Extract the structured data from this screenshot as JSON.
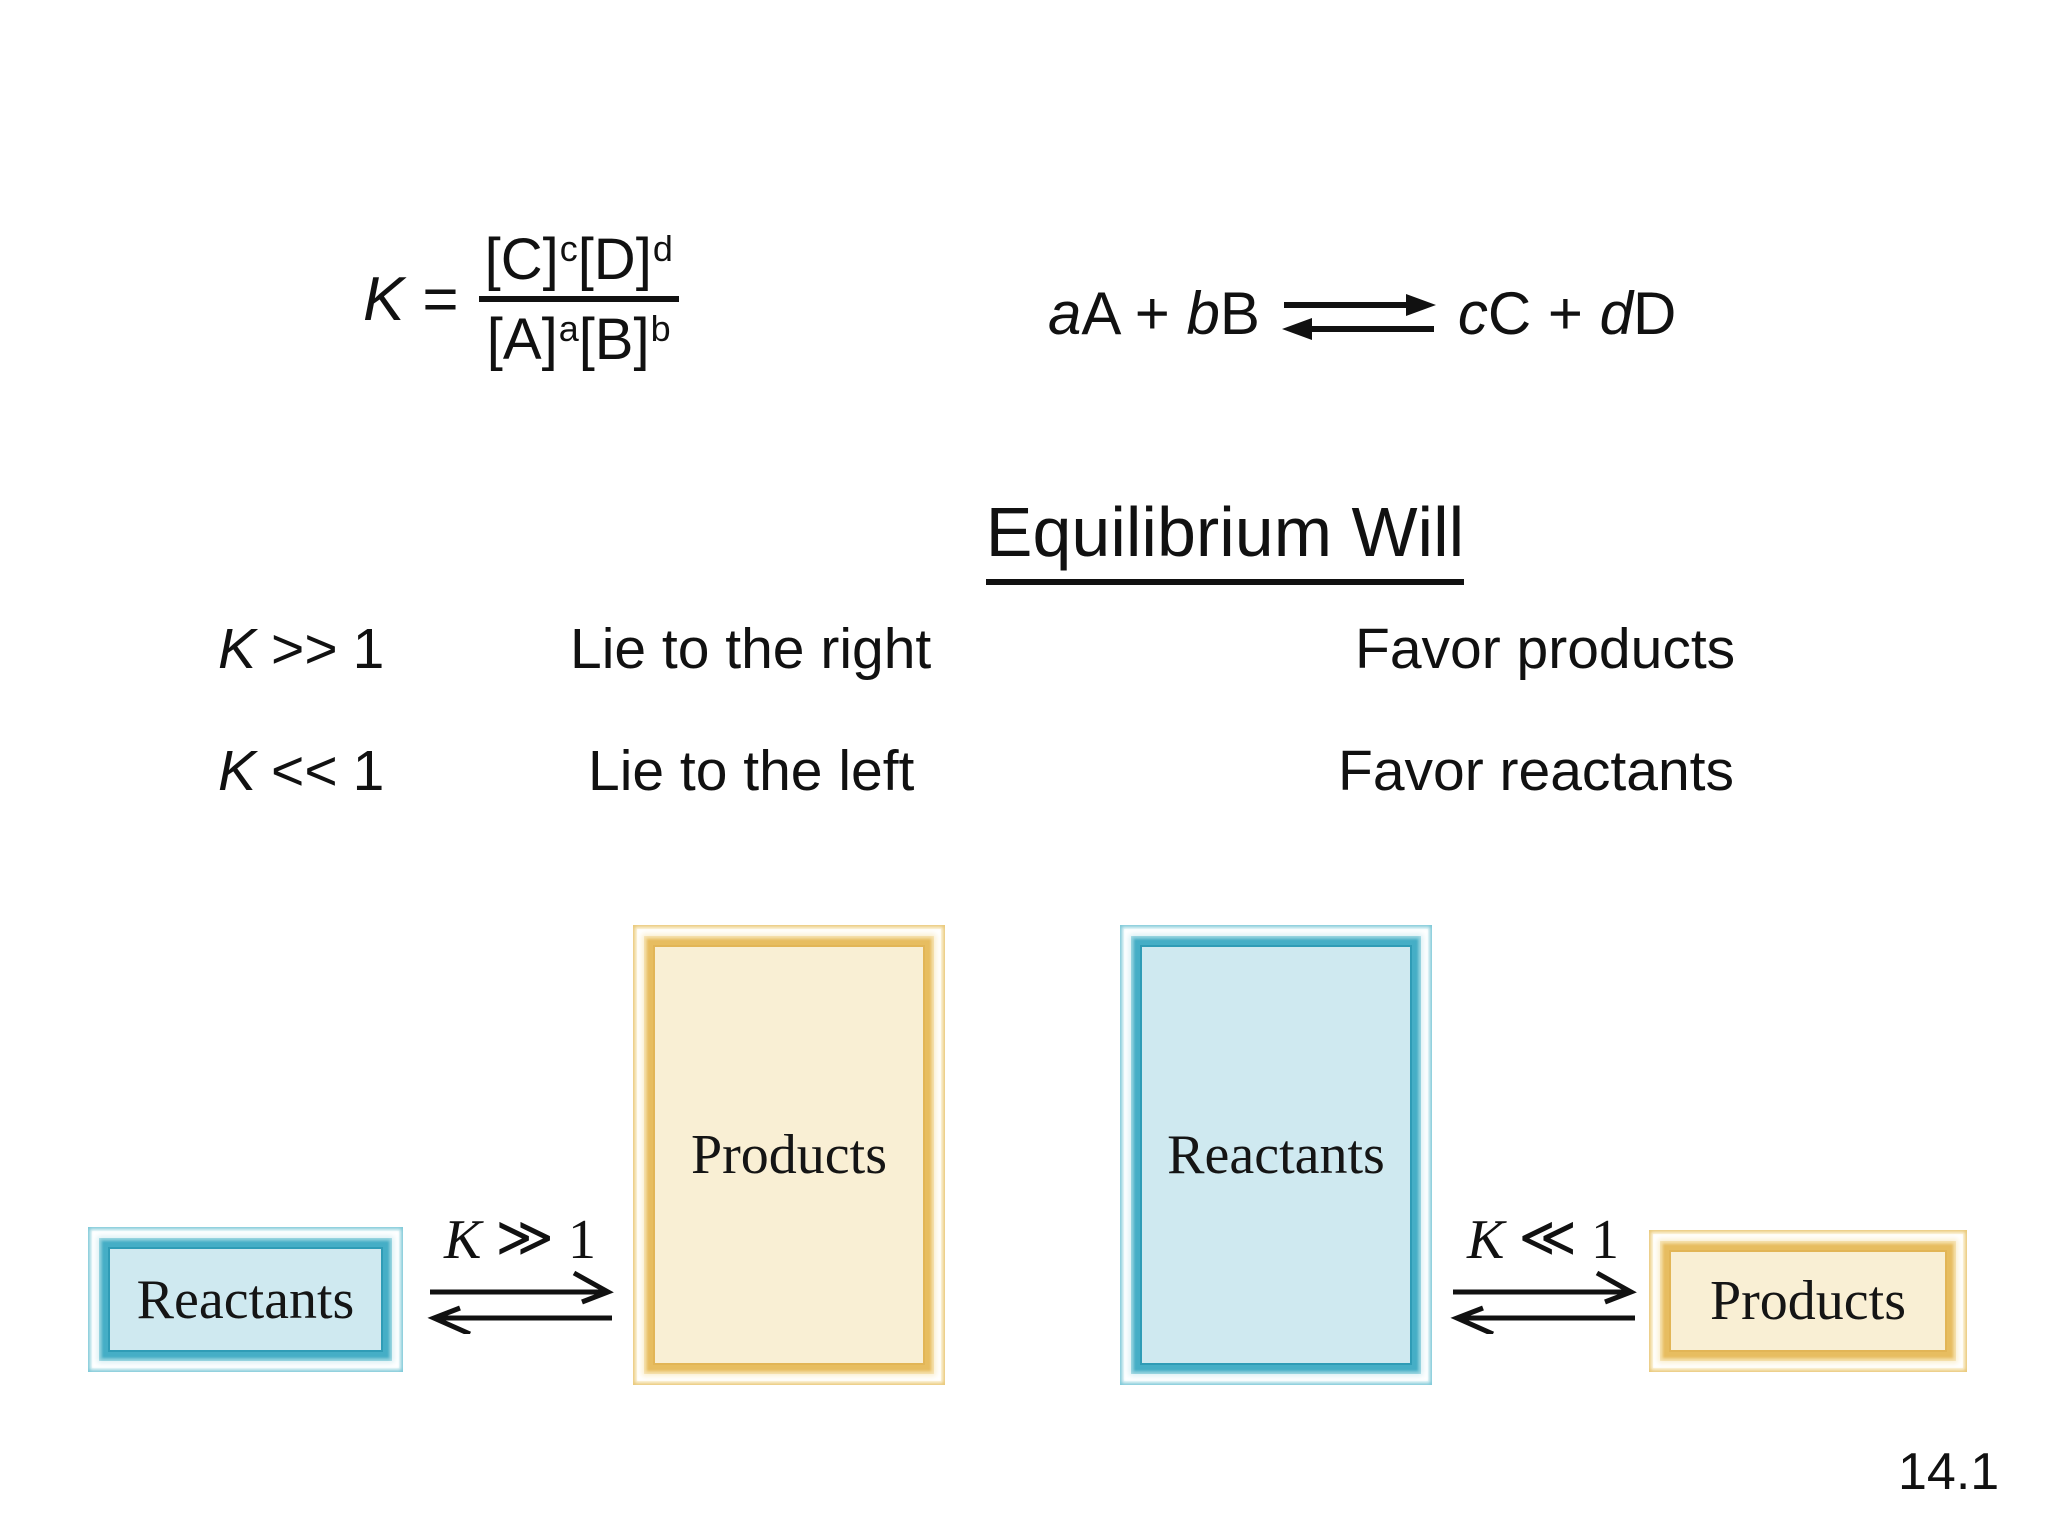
{
  "slide": {
    "page_number": "14.1",
    "formula": {
      "lhs": "K",
      "equals": "=",
      "numerator": [
        {
          "base": "[C]",
          "sup": "c"
        },
        {
          "base": "[D]",
          "sup": "d"
        }
      ],
      "denominator": [
        {
          "base": "[A]",
          "sup": "a"
        },
        {
          "base": "[B]",
          "sup": "b"
        }
      ]
    },
    "equation": {
      "coeff_a": "a",
      "species_a": "A",
      "plus_left": "+",
      "coeff_b": "b",
      "species_b": "B",
      "coeff_c": "c",
      "species_c": "C",
      "plus_right": "+",
      "coeff_d": "d",
      "species_d": "D"
    },
    "title": "Equilibrium Will",
    "conditions": [
      {
        "k": "K",
        "op": ">>",
        "value": "1",
        "position": "Lie to the right",
        "favors": "Favor products"
      },
      {
        "k": "K",
        "op": "<<",
        "value": "1",
        "position": "Lie to the left",
        "favors": "Favor reactants"
      }
    ],
    "diagram": {
      "left": {
        "reactants": "Reactants",
        "k": "K",
        "op": "≫",
        "value": "1",
        "products": "Products"
      },
      "right": {
        "reactants": "Reactants",
        "k": "K",
        "op": "≪",
        "value": "1",
        "products": "Products"
      }
    },
    "colors": {
      "reactants_fill": "#cfe9f0",
      "reactants_band": "#45aec6",
      "products_fill": "#f9efd4",
      "products_band": "#e7bd60",
      "text": "#111111"
    }
  }
}
